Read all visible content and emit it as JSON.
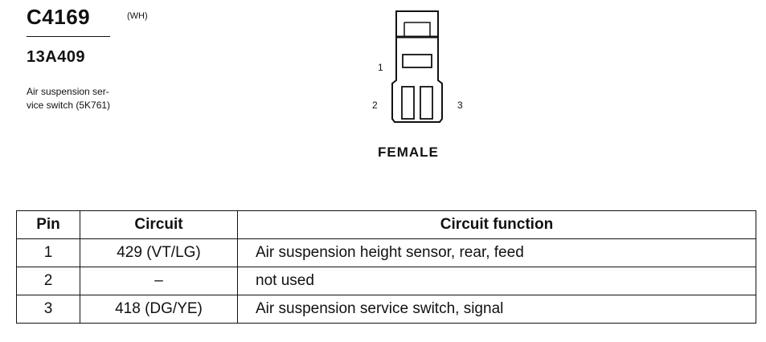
{
  "connector": {
    "id": "C4169",
    "color_code": "(WH)",
    "part_number": "13A409",
    "description": "Air suspension ser-\nvice switch (5K761)",
    "gender": "FEMALE",
    "pin_labels": [
      "1",
      "2",
      "3"
    ]
  },
  "table": {
    "headers": {
      "pin": "Pin",
      "circuit": "Circuit",
      "function": "Circuit function"
    },
    "rows": [
      {
        "pin": "1",
        "circuit": "429 (VT/LG)",
        "function": "Air suspension height sensor, rear, feed"
      },
      {
        "pin": "2",
        "circuit": "–",
        "function": "not used"
      },
      {
        "pin": "3",
        "circuit": "418 (DG/YE)",
        "function": "Air suspension service switch, signal"
      }
    ]
  }
}
